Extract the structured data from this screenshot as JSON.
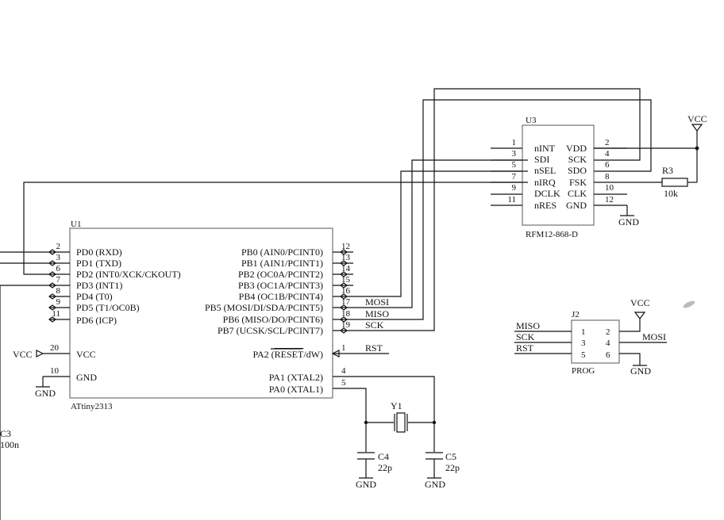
{
  "u1": {
    "ref": "U1",
    "part": "ATtiny2313",
    "left_pins": [
      {
        "num": "2",
        "name": "PD0 (RXD)"
      },
      {
        "num": "3",
        "name": "PD1 (TXD)"
      },
      {
        "num": "6",
        "name": "PD2 (INT0/XCK/CKOUT)"
      },
      {
        "num": "7",
        "name": "PD3 (INT1)"
      },
      {
        "num": "8",
        "name": "PD4 (T0)"
      },
      {
        "num": "9",
        "name": "PD5 (T1/OC0B)"
      },
      {
        "num": "11",
        "name": "PD6 (ICP)"
      }
    ],
    "right_pins": [
      {
        "num": "12",
        "name": "PB0 (AIN0/PCINT0)"
      },
      {
        "num": "13",
        "name": "PB1 (AIN1/PCINT1)"
      },
      {
        "num": "14",
        "name": "PB2 (OC0A/PCINT2)"
      },
      {
        "num": "15",
        "name": "PB3 (OC1A/PCINT3)"
      },
      {
        "num": "16",
        "name": "PB4 (OC1B/PCINT4)"
      },
      {
        "num": "17",
        "name": "PB5 (MOSI/DI/SDA/PCINT5)"
      },
      {
        "num": "18",
        "name": "PB6 (MISO/DO/PCINT6)"
      },
      {
        "num": "19",
        "name": "PB7 (UCSK/SCL/PCINT7)"
      }
    ],
    "vcc_pin": {
      "num": "20",
      "name": "VCC"
    },
    "gnd_pin": {
      "num": "10",
      "name": "GND"
    },
    "pa2_pin": {
      "num": "1",
      "name": "PA2 (",
      "overline": "RESET",
      "suffix": "/dW)"
    },
    "pa1_pin": {
      "num": "4",
      "name": "PA1 (XTAL2)"
    },
    "pa0_pin": {
      "num": "5",
      "name": "PA0 (XTAL1)"
    }
  },
  "u3": {
    "ref": "U3",
    "part": "RFM12-868-D",
    "left_pins": [
      {
        "num": "1",
        "name": "nINT"
      },
      {
        "num": "3",
        "name": "SDI"
      },
      {
        "num": "5",
        "name": "nSEL"
      },
      {
        "num": "7",
        "name": "nIRQ"
      },
      {
        "num": "9",
        "name": "DCLK"
      },
      {
        "num": "11",
        "name": "nRES"
      }
    ],
    "right_pins": [
      {
        "num": "2",
        "name": "VDD"
      },
      {
        "num": "4",
        "name": "SCK"
      },
      {
        "num": "6",
        "name": "SDO"
      },
      {
        "num": "8",
        "name": "FSK"
      },
      {
        "num": "10",
        "name": "CLK"
      },
      {
        "num": "12",
        "name": "GND"
      }
    ]
  },
  "j2": {
    "ref": "J2",
    "part": "PROG",
    "pins": [
      {
        "num": "1",
        "left_net": "MISO"
      },
      {
        "num": "2",
        "right_net": "VCC"
      },
      {
        "num": "3",
        "left_net": "SCK"
      },
      {
        "num": "4",
        "right_net": "MOSI"
      },
      {
        "num": "5",
        "left_net": "RST"
      },
      {
        "num": "6",
        "right_net": "GND"
      }
    ]
  },
  "nets": {
    "mosi": "MOSI",
    "miso": "MISO",
    "sck": "SCK",
    "rst": "RST",
    "vcc": "VCC",
    "gnd": "GND"
  },
  "r3": {
    "ref": "R3",
    "value": "10k"
  },
  "y1": {
    "ref": "Y1"
  },
  "c4": {
    "ref": "C4",
    "value": "22p"
  },
  "c5": {
    "ref": "C5",
    "value": "22p"
  },
  "c3": {
    "ref": "C3",
    "value": "100n"
  }
}
